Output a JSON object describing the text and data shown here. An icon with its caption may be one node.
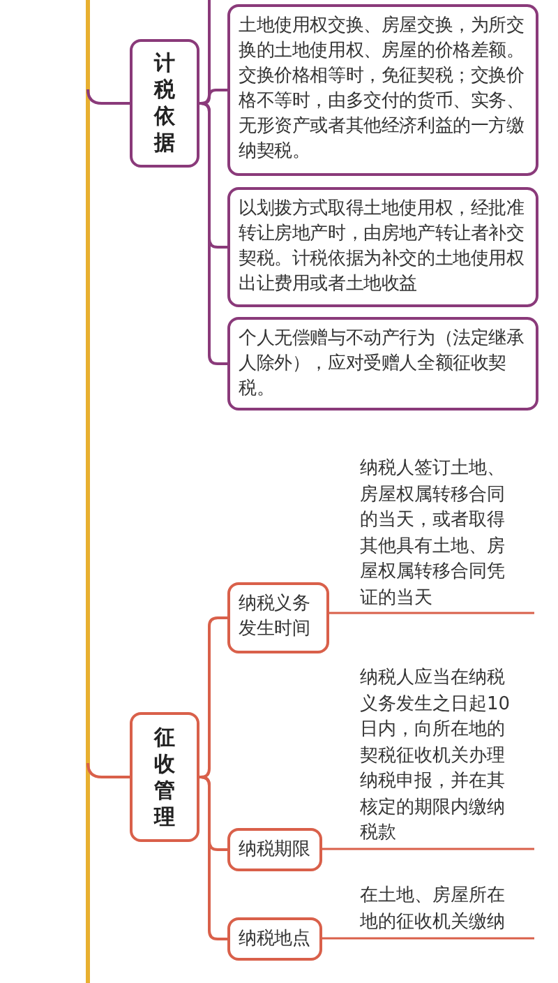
{
  "diagram": {
    "nodes": [
      {
        "text": [
          "计税依据"
        ]
      },
      {
        "text": [
          "土地使用权交换、房屋交换，为所交换的土地使用权、房屋的价格差额。交换价格相等时，免征契税；交换价格不等时，由多交付的货币、实务、无形资产或者其他经济利益的一方缴纳契税。"
        ]
      },
      {
        "text": [
          "以划拨方式取得土地使用权，经批准转让房地产时，由房地产转让者补交契税。计税依据为补交的土地使用权出让费用或者土地收益"
        ]
      },
      {
        "text": [
          "个人无偿赠与不动产行为（法定继承人除外），应对受赠人全额征收契税。"
        ]
      },
      {
        "text": [
          "征收管理"
        ]
      },
      {
        "text": [
          "纳税义务发生时间"
        ],
        "beside": [
          "纳税人签订土地、房屋权属转移合同的当天，或者取得其他具有土地、房屋权属转移合同凭证的当天"
        ]
      },
      {
        "text": [
          "纳税期限"
        ],
        "beside": [
          "纳税人应当在纳税义务发生之日起10日内，向所在地的契税征收机关办理纳税申报，并在其核定的期限内缴纳税款"
        ]
      },
      {
        "text": [
          "纳税地点"
        ],
        "beside": [
          "在土地、房屋所在地的征收机关缴纳"
        ]
      }
    ],
    "edges": [
      {
        "from": null,
        "to": 0,
        "arrow": "none"
      },
      {
        "from": 0,
        "to": null,
        "arrow": "none"
      },
      {
        "from": 0,
        "to": 1,
        "arrow": "none"
      },
      {
        "from": 0,
        "to": 2,
        "arrow": "none"
      },
      {
        "from": 0,
        "to": 3,
        "arrow": "none"
      },
      {
        "from": null,
        "to": 4,
        "arrow": "none",
        "color": "#d9604a"
      },
      {
        "from": 4,
        "to": 5,
        "arrow": "none",
        "color": "#d9604a"
      },
      {
        "from": 4,
        "to": 6,
        "arrow": "none",
        "color": "#d9604a"
      },
      {
        "from": 4,
        "to": 7,
        "arrow": "none",
        "color": "#d9604a"
      }
    ]
  }
}
